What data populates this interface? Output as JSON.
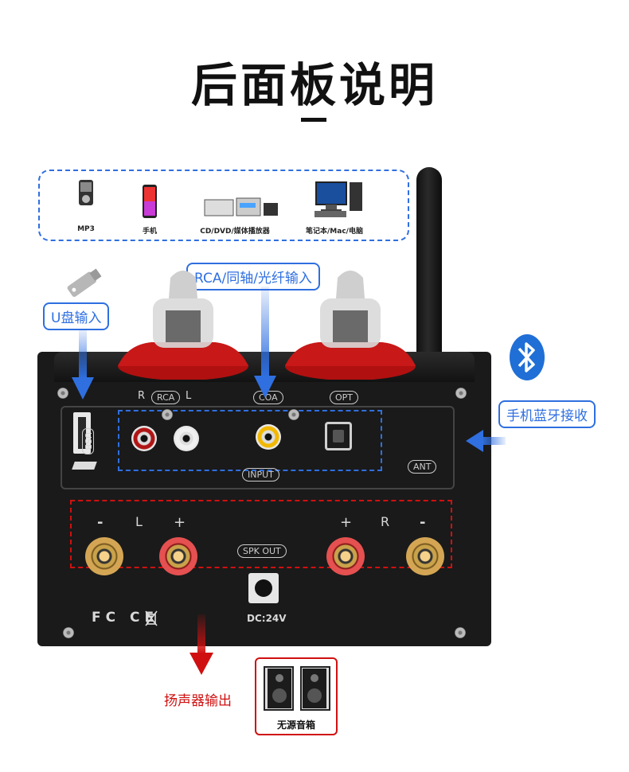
{
  "title": "后面板说明",
  "sources": [
    {
      "label": "MP3",
      "icon": "mp3-player-icon"
    },
    {
      "label": "手机",
      "icon": "phone-icon"
    },
    {
      "label": "CD/DVD/媒体播放器",
      "icon": "cd-player-icon"
    },
    {
      "label": "笔记本/Mac/电脑",
      "icon": "computer-icon"
    }
  ],
  "callouts": {
    "input": "RCA/同轴/光纤输入",
    "usb": "U盘输入",
    "bluetooth": "手机蓝牙接收",
    "speaker_out": "扬声器输出",
    "passive_speaker": "无源音箱"
  },
  "panel": {
    "rca_l": "R",
    "rca_label": "RCA",
    "rca_r": "L",
    "coax": "COA",
    "opt": "OPT",
    "usb": "USB",
    "input": "INPUT",
    "ant": "ANT",
    "spk_out": "SPK OUT",
    "minus_left": "-",
    "l": "L",
    "plus_left": "+",
    "plus_right": "+",
    "r": "R",
    "minus_right": "-",
    "dc": "DC:24V",
    "marks": "FC CE"
  },
  "colors": {
    "accent_blue": "#2f6fe0",
    "accent_red": "#d01010",
    "device": "#1a1a1a"
  }
}
